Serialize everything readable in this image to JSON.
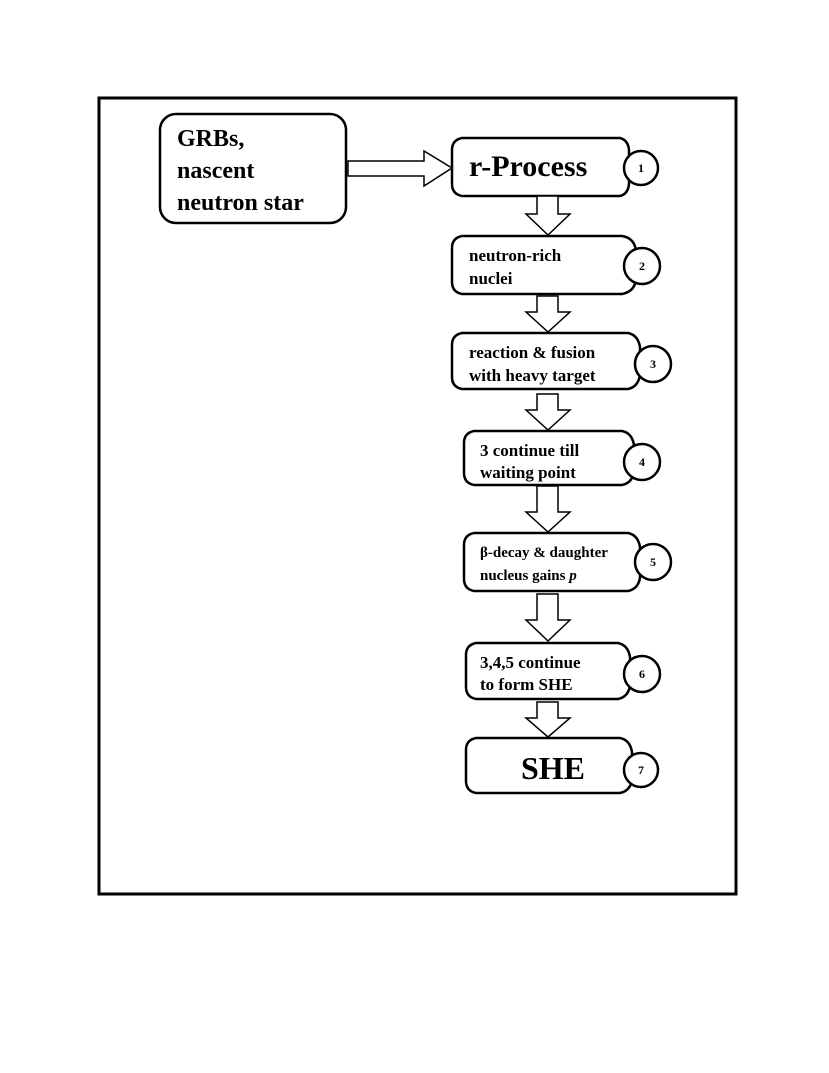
{
  "diagram": {
    "source": {
      "lines": [
        "GRBs,",
        "nascent",
        "neutron star"
      ]
    },
    "steps": [
      {
        "number": "1",
        "lines": [
          "r-Process"
        ]
      },
      {
        "number": "2",
        "lines": [
          "neutron-rich",
          "nuclei"
        ]
      },
      {
        "number": "3",
        "lines": [
          "reaction & fusion",
          "with heavy target"
        ]
      },
      {
        "number": "4",
        "lines": [
          "3 continue till",
          "waiting point"
        ]
      },
      {
        "number": "5",
        "lines": [
          "β-decay & daughter",
          "nucleus gains p"
        ]
      },
      {
        "number": "6",
        "lines": [
          "3,4,5 continue",
          "to form SHE"
        ]
      },
      {
        "number": "7",
        "lines": [
          "SHE"
        ]
      }
    ]
  }
}
